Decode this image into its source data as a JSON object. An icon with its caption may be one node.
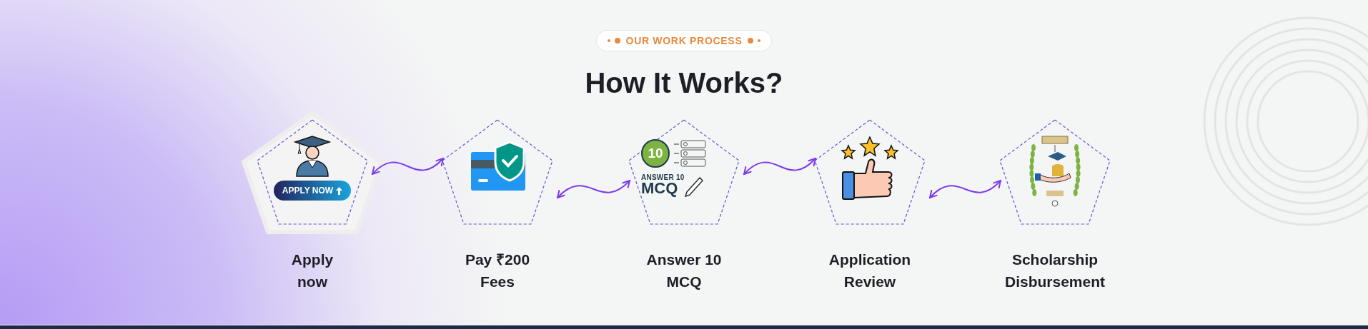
{
  "diagram": {
    "title": "How It Works?",
    "nodes": [
      {
        "text": [
          "APPLY NOW",
          "Apply now"
        ]
      },
      {
        "text": [
          "Pay ₹200 Fees"
        ]
      },
      {
        "text": [
          "10",
          "ANSWER 10",
          "MCQ",
          "Answer 10 MCQ"
        ]
      },
      {
        "text": [
          "Application Review"
        ]
      },
      {
        "text": [
          "Scholarship Disbursement"
        ]
      }
    ],
    "edges": [
      {
        "from": 0,
        "to": 1,
        "arrow": "both"
      },
      {
        "from": 1,
        "to": 2,
        "arrow": "both"
      },
      {
        "from": 2,
        "to": 3,
        "arrow": "both"
      },
      {
        "from": 3,
        "to": 4,
        "arrow": "both"
      }
    ],
    "labels": [
      "OUR WORK PROCESS"
    ]
  }
}
